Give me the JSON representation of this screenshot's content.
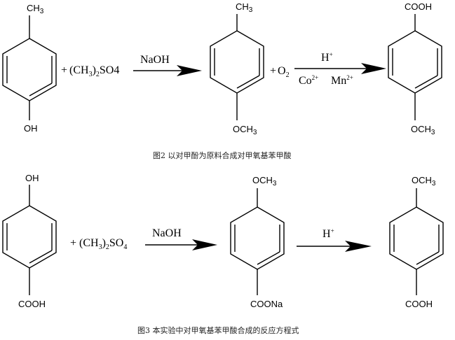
{
  "figure2": {
    "caption": "图2 以对甲酚为原料合成对甲氧基苯甲酸",
    "reactant1_para": "CH3",
    "reactant1_sub": "OH",
    "plus1": "+",
    "dimethyl_sulfate": "(CH3)2SO4",
    "arrow1_reagent": "NaOH",
    "intermediate_para": "CH3",
    "intermediate_sub": "OCH3",
    "plus2": "+",
    "oxygen": "O2",
    "arrow2_top": "H+",
    "arrow2_bottom_co": "Co2+",
    "arrow2_bottom_mn": "Mn2+",
    "product_para": "COOH",
    "product_sub": "OCH3"
  },
  "figure3": {
    "caption": "图3 本实验中对甲氧基苯甲酸合成的反应方程式",
    "reactant1_top": "OH",
    "reactant1_bottom": "COOH",
    "plus1": "+",
    "dimethyl_sulfate": "(CH3)2SO4",
    "arrow1_reagent": "NaOH",
    "intermediate_top": "OCH3",
    "intermediate_bottom": "COONa",
    "arrow2_reagent": "H+",
    "product_top": "OCH3",
    "product_bottom": "COOH"
  }
}
